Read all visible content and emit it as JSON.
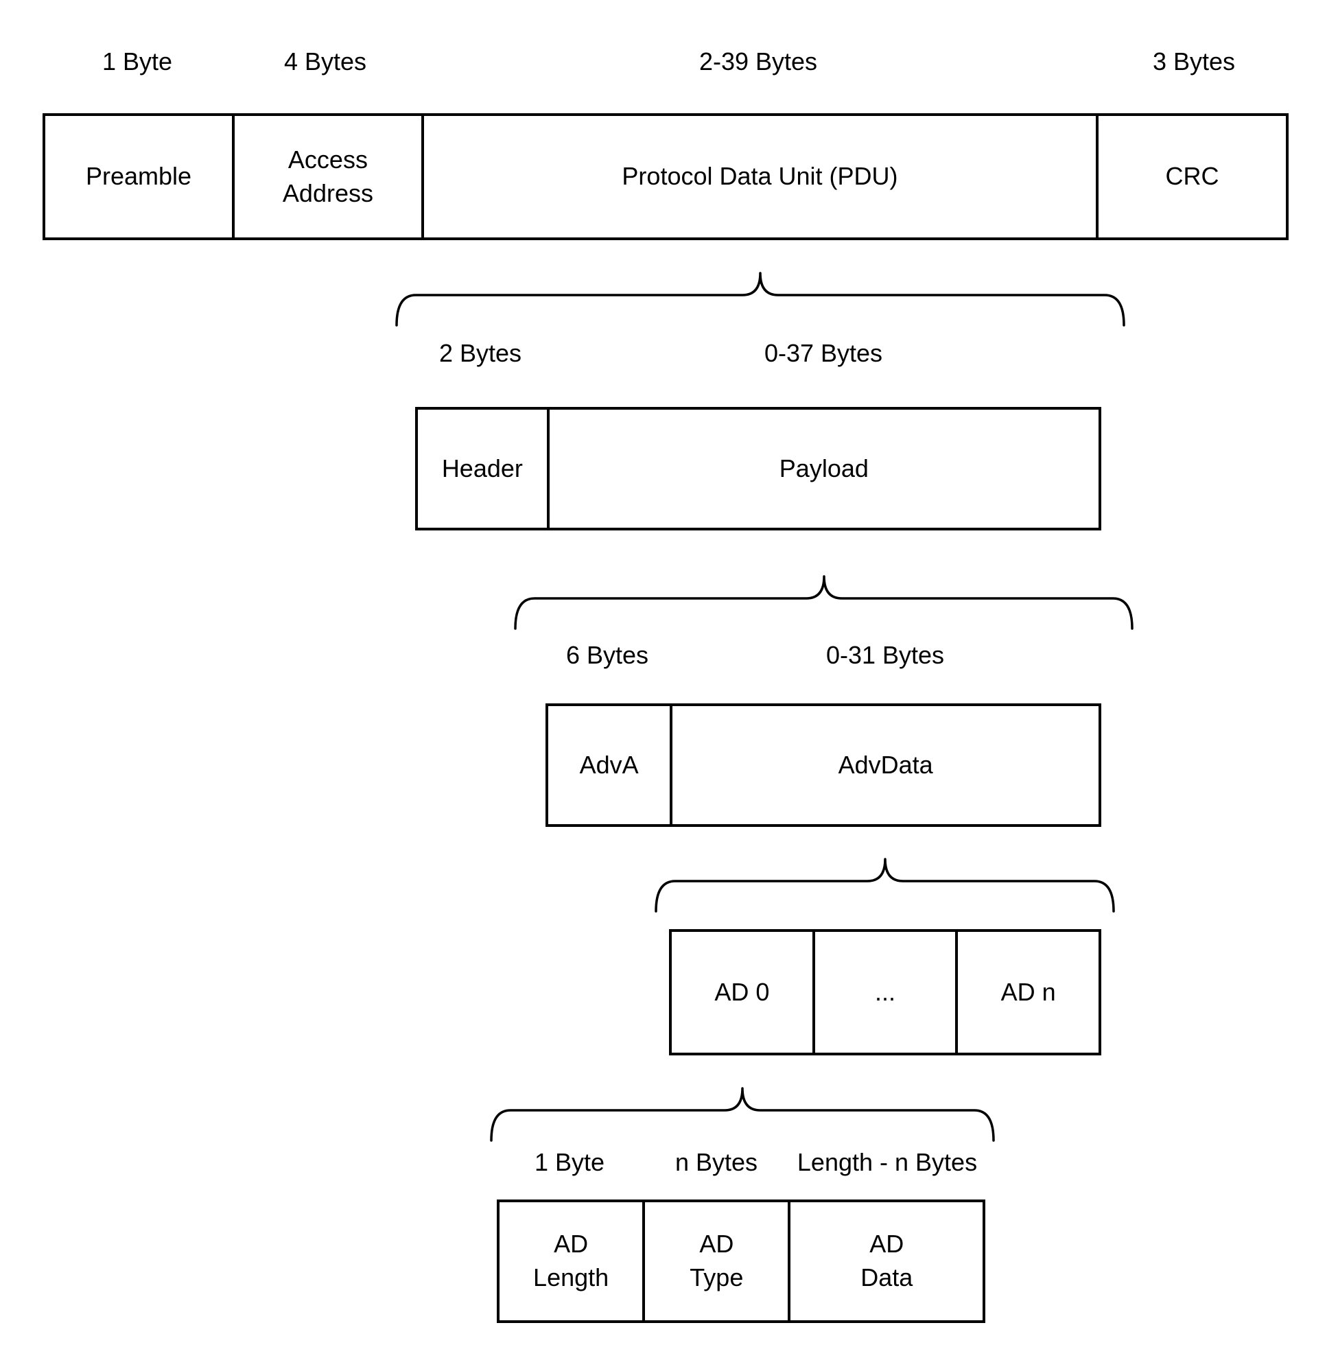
{
  "sections": {
    "packet": {
      "cells": [
        {
          "size": "1 Byte",
          "label": "Preamble"
        },
        {
          "size": "4 Bytes",
          "label": "Access\nAddress"
        },
        {
          "size": "2-39 Bytes",
          "label": "Protocol Data Unit (PDU)"
        },
        {
          "size": "3 Bytes",
          "label": "CRC"
        }
      ]
    },
    "pdu": {
      "cells": [
        {
          "size": "2 Bytes",
          "label": "Header"
        },
        {
          "size": "0-37 Bytes",
          "label": "Payload"
        }
      ]
    },
    "payload": {
      "cells": [
        {
          "size": "6 Bytes",
          "label": "AdvA"
        },
        {
          "size": "0-31 Bytes",
          "label": "AdvData"
        }
      ]
    },
    "advdata": {
      "cells": [
        {
          "label": "AD 0"
        },
        {
          "label": "..."
        },
        {
          "label": "AD n"
        }
      ]
    },
    "ad_structure": {
      "cells": [
        {
          "size": "1 Byte",
          "label": "AD\nLength"
        },
        {
          "size": "n Bytes",
          "label": "AD\nType"
        },
        {
          "size": "Length - n Bytes",
          "label": "AD\nData"
        }
      ]
    }
  },
  "colors": {
    "stroke": "#000000",
    "background": "#ffffff"
  }
}
